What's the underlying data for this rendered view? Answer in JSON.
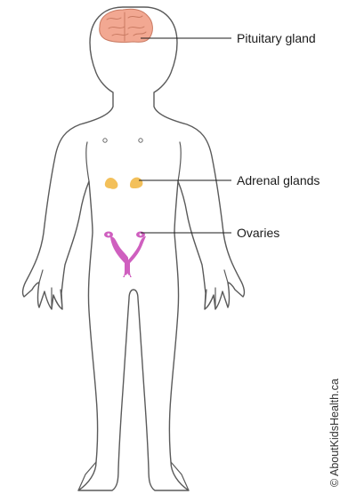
{
  "labels": {
    "pituitary": "Pituitary gland",
    "adrenal": "Adrenal glands",
    "ovaries": "Ovaries"
  },
  "credit": "© AboutKidsHealth.ca",
  "colors": {
    "brain": "#f2a892",
    "adrenal": "#f3c05a",
    "ovaries": "#cf5fbf"
  }
}
